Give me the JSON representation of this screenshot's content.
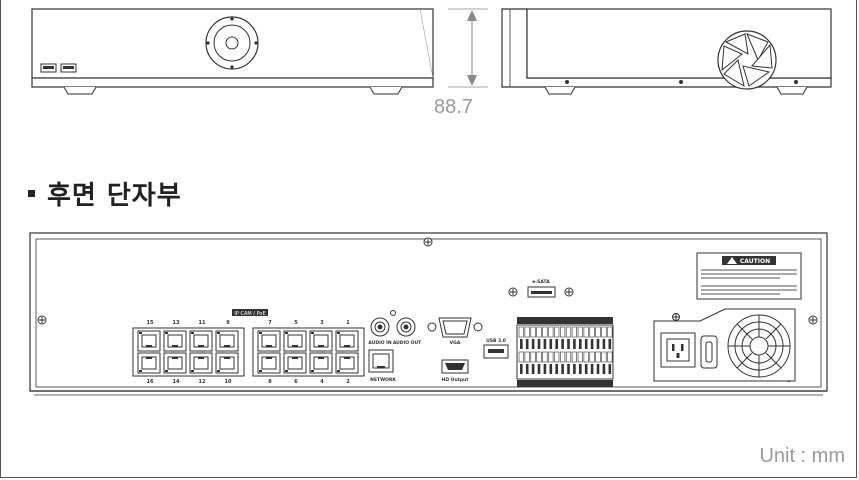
{
  "section": {
    "heading": "후면 단자부"
  },
  "dimension": {
    "height_value": "88.7"
  },
  "unit_label": "Unit : mm",
  "rear_panel": {
    "poe_label": "IP CAM / PoE",
    "top_ports_left": [
      "15",
      "13",
      "11",
      "9"
    ],
    "top_ports_right": [
      "7",
      "5",
      "3",
      "1"
    ],
    "bottom_ports_left": [
      "16",
      "14",
      "12",
      "10"
    ],
    "bottom_ports_right": [
      "8",
      "6",
      "4",
      "2"
    ],
    "audio_in": "AUDIO IN",
    "audio_out": "AUDIO OUT",
    "network": "NETWORK",
    "vga": "VGA",
    "hd_output": "HD Output",
    "usb": "USB 3.0",
    "esata": "e-SATA",
    "caution": "CAUTION"
  }
}
